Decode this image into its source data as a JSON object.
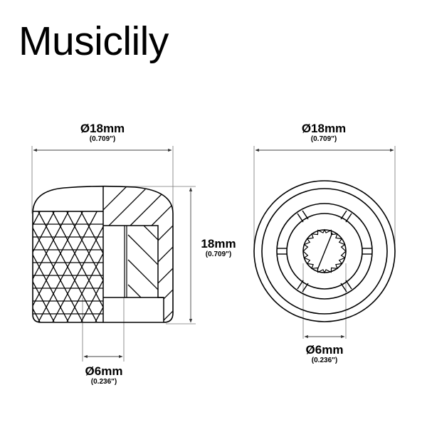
{
  "brand": {
    "name": "Musiclily"
  },
  "side_view": {
    "top_dimension": {
      "label": "Ø18mm",
      "sub": "(0.709\")"
    },
    "height_dimension": {
      "label": "18mm",
      "sub": "(0.709\")"
    },
    "bore_dimension": {
      "label": "Ø6mm",
      "sub": "(0.236\")"
    }
  },
  "top_view": {
    "outer_dimension": {
      "label": "Ø18mm",
      "sub": "(0.709\")"
    },
    "shaft_dimension": {
      "label": "Ø6mm",
      "sub": "(0.236\")"
    }
  },
  "colors": {
    "line": "#000000",
    "dimension_line": "#555555",
    "background": "#ffffff"
  }
}
